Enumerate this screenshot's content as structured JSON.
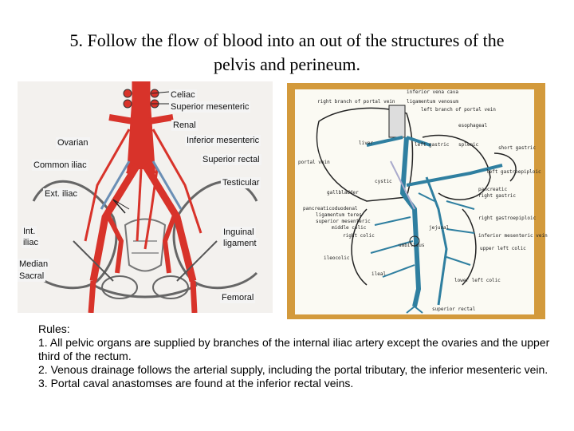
{
  "title": {
    "line1": "5. Follow the flow of blood into an out of the structures of the",
    "line2": "pelvis and perineum."
  },
  "arterial_labels": {
    "celiac": "Celiac",
    "superior_mesenteric": "Superior mesenteric",
    "renal": "Renal",
    "ovarian": "Ovarian",
    "inferior_mesenteric": "Inferior mesenteric",
    "common_iliac": "Common iliac",
    "superior_rectal": "Superior rectal",
    "testicular": "Testicular",
    "ext_iliac": "Ext. iliac",
    "int_iliac_1": "Int.",
    "int_iliac_2": "iliac",
    "inguinal_1": "Inguinal",
    "inguinal_2": "ligament",
    "median_sacral_1": "Median",
    "median_sacral_2": "Sacral",
    "femoral": "Femoral"
  },
  "portal_labels": {
    "inferior_vena_cava": "inferior vena cava",
    "right_branch": "right branch of portal vein",
    "ligamentum_venosum": "ligamentum venosum",
    "left_branch": "left branch of portal vein",
    "esophageal": "esophageal",
    "liver": "liver",
    "left_gastric": "left gastric",
    "splenic": "splenic",
    "short_gastric": "short gastric",
    "portal_vein": "portal vein",
    "left_gastroepiploic": "left gastroepiploic",
    "cystic": "cystic",
    "gallbladder": "gallbladder",
    "pancreatic": "pancreatic",
    "right_gastric": "right gastric",
    "pancreaticoduodenal": "pancreaticoduodenal",
    "ligamentum_teres": "ligamentum teres",
    "superior_mesenteric": "superior mesenteric",
    "middle_colic": "middle colic",
    "right_colic": "right colic",
    "right_gastroepiploic": "right gastroepiploic",
    "inferior_mesenteric": "inferior mesenteric vein",
    "jejunal": "jejunal",
    "umbilicus": "umbilicus",
    "upper_left_colic": "upper left colic",
    "ileocolic": "ileocolic",
    "ileal": "ileal",
    "lower_left_colic": "lower left colic",
    "superior_rectal": "superior rectal"
  },
  "rules": {
    "heading": "Rules:",
    "r1": "1. All pelvic organs are supplied by branches of the internal iliac artery except the ovaries and the upper third of the rectum.",
    "r2": "2. Venous drainage follows the arterial supply, including the portal tributary,  the inferior mesenteric vein.",
    "r3": "3. Portal caval anastomses are found at the inferior rectal veins."
  },
  "colors": {
    "artery": "#d8332a",
    "vein": "#2f7fa0",
    "portal_frame": "#d39a3c"
  }
}
